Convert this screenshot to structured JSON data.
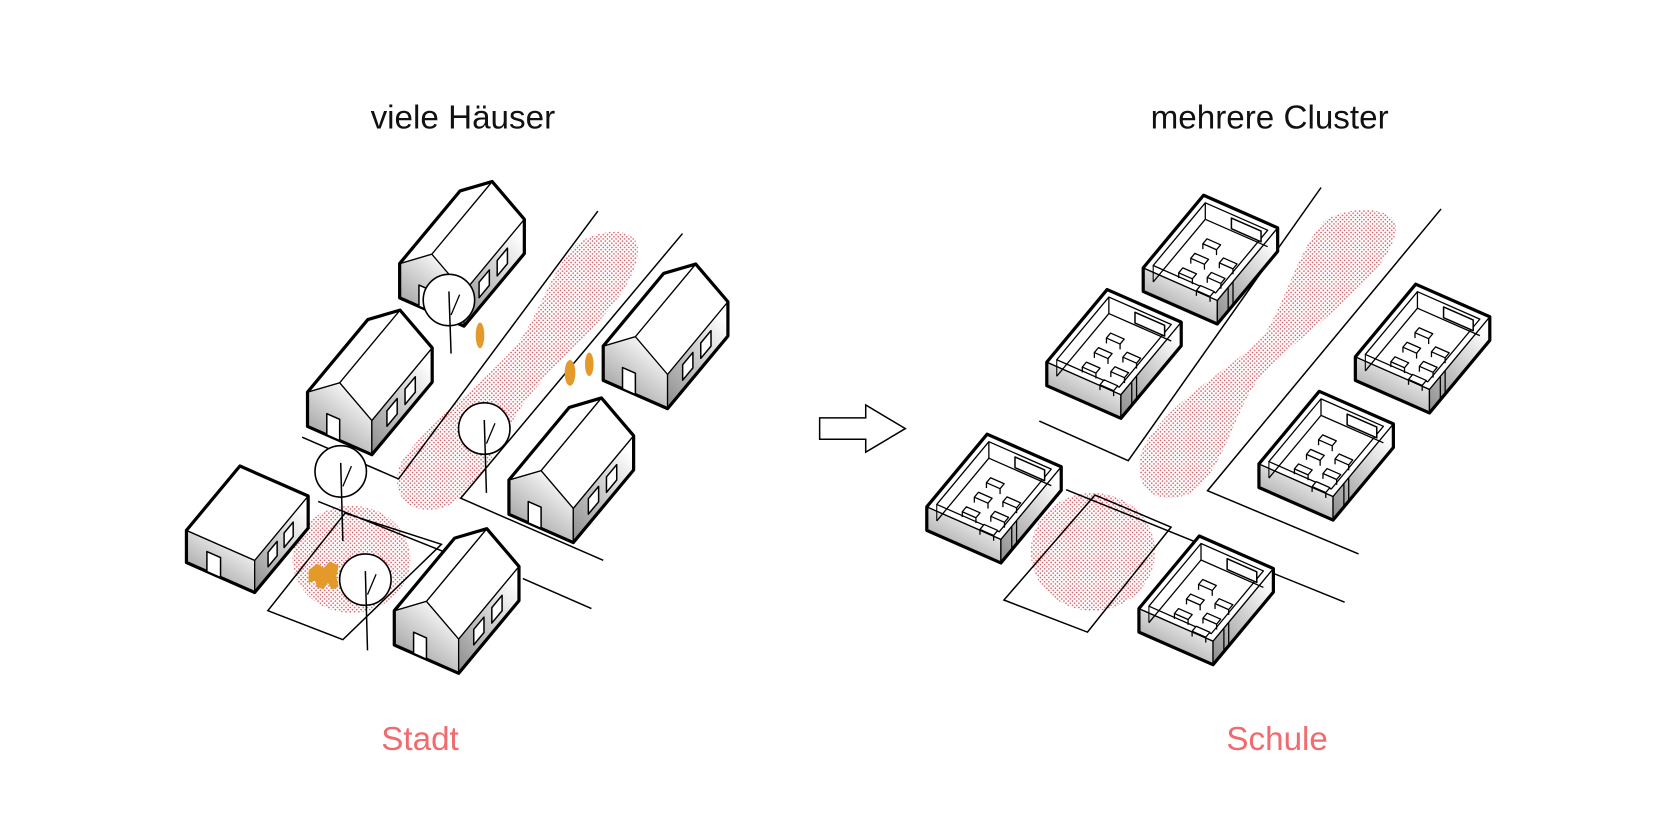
{
  "left_panel": {
    "title": "viele Häuser",
    "caption": "Stadt"
  },
  "right_panel": {
    "title": "mehrere Cluster",
    "caption": "Schule"
  },
  "colors": {
    "accent": "#ef6b6e",
    "dots": "#d9505a",
    "people": "#e39a2a",
    "line": "#000000"
  },
  "icons": {
    "transition": "right-arrow-icon"
  }
}
